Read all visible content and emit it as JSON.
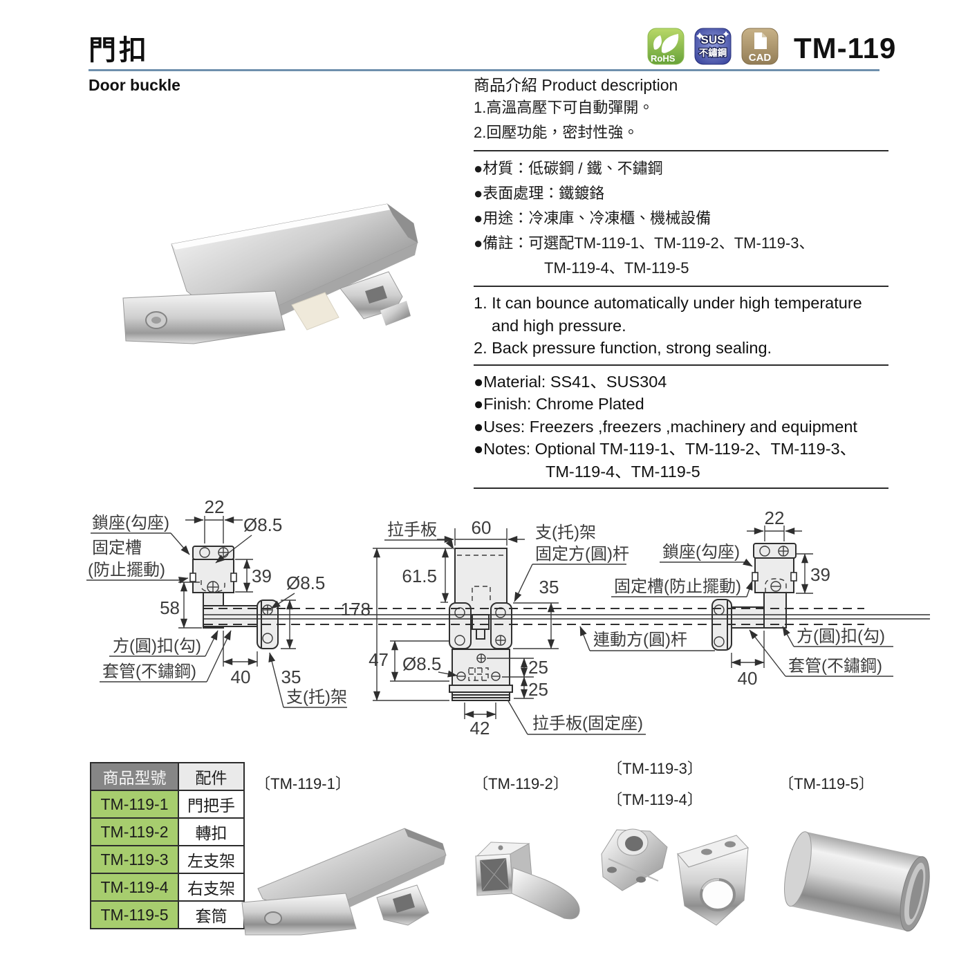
{
  "header": {
    "title_zh": "門扣",
    "subtitle_en": "Door buckle",
    "model": "TM-119",
    "badges": {
      "rohs": "RoHS",
      "sus_top": "SUS",
      "sus_bottom": "不鏽鋼",
      "cad": "CAD"
    }
  },
  "intro": {
    "heading": "商品介紹 Product description",
    "zh_features": [
      "1.高溫高壓下可自動彈開。",
      "2.回壓功能，密封性強。"
    ],
    "zh_specs": [
      "●材質：低碳鋼 / 鐵、不鏽鋼",
      "●表面處理：鐵鍍鉻",
      "●用途：冷凍庫、冷凍櫃、機械設備",
      "●備註：可選配TM-119-1、TM-119-2、TM-119-3、",
      "TM-119-4、TM-119-5"
    ],
    "en_features": [
      "1. It can bounce automatically under high temperature",
      "and high pressure.",
      "2. Back pressure function, strong sealing."
    ],
    "en_specs": [
      "●Material: SS41、SUS304",
      "●Finish: Chrome Plated",
      "●Uses: Freezers ,freezers ,machinery and equipment",
      "●Notes: Optional TM-119-1、TM-119-2、TM-119-3、",
      "TM-119-4、TM-119-5"
    ]
  },
  "drawing": {
    "left": {
      "lock_seat": "鎖座(勾座)",
      "slot1": "固定槽",
      "slot2": "(防止擺動)",
      "dim22": "22",
      "dia_top": "Ø8.5",
      "dim39": "39",
      "dim58": "58",
      "dia_bracket": "Ø8.5",
      "hook": "方(圓)扣(勾)",
      "sleeve": "套管(不鏽鋼)",
      "dim40": "40",
      "dim35": "35",
      "bracket": "支(托)架"
    },
    "center": {
      "handle_plate": "拉手板",
      "dim60": "60",
      "bracket1": "支(托)架",
      "bracket2": "固定方(圓)杆",
      "dim615": "61.5",
      "dim178": "178",
      "dim35": "35",
      "dim47": "47",
      "dia": "Ø8.5",
      "dim25a": "25",
      "dim25b": "25",
      "dim42": "42",
      "rod": "連動方(圓)杆",
      "handle_base": "拉手板(固定座)"
    },
    "right": {
      "lock_seat": "鎖座(勾座)",
      "dim22": "22",
      "dim39": "39",
      "slot": "固定槽(防止擺動)",
      "hook": "方(圓)扣(勾)",
      "sleeve": "套管(不鏽鋼)",
      "dim40": "40"
    }
  },
  "table": {
    "headers": [
      "商品型號",
      "配件"
    ],
    "rows": [
      {
        "model": "TM-119-1",
        "part": "門把手"
      },
      {
        "model": "TM-119-2",
        "part": "轉扣"
      },
      {
        "model": "TM-119-3",
        "part": "左支架"
      },
      {
        "model": "TM-119-4",
        "part": "右支架"
      },
      {
        "model": "TM-119-5",
        "part": "套筒"
      }
    ]
  },
  "accessories": {
    "labels": [
      "〔TM-119-1〕",
      "〔TM-119-2〕",
      "〔TM-119-3〕",
      "〔TM-119-4〕",
      "〔TM-119-5〕"
    ]
  },
  "colors": {
    "rule_blue": "#6e8fad",
    "table_green": "#a7cd6e",
    "table_header_gray": "#868686",
    "rohs_green": "#76b043",
    "sus_blue": "#3f4da0",
    "cad_tan": "#a9936b",
    "drawing_fill": "#ececec"
  }
}
